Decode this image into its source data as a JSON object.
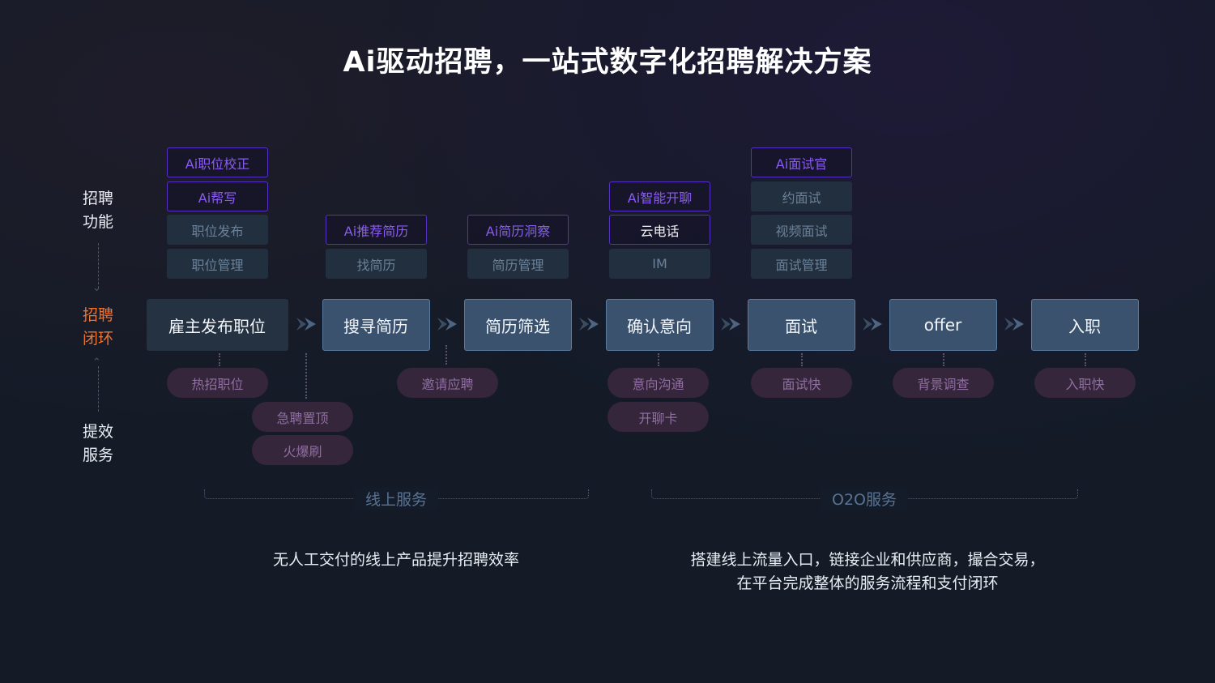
{
  "title": "Ai驱动招聘，一站式数字化招聘解决方案",
  "side_labels": {
    "functions": [
      "招聘",
      "功能"
    ],
    "loop": [
      "招聘",
      "闭环"
    ],
    "services": [
      "提效",
      "服务"
    ]
  },
  "steps": [
    "雇主发布职位",
    "搜寻简历",
    "简历筛选",
    "确认意向",
    "面试",
    "offer",
    "入职"
  ],
  "functions": [
    {
      "step": 0,
      "items": [
        {
          "label": "Ai职位校正",
          "type": "ai"
        },
        {
          "label": "Ai帮写",
          "type": "ai"
        },
        {
          "label": "职位发布",
          "type": "grey"
        },
        {
          "label": "职位管理",
          "type": "grey"
        }
      ]
    },
    {
      "step": 1,
      "items": [
        {
          "label": "Ai推荐简历",
          "type": "ai"
        },
        {
          "label": "找简历",
          "type": "grey"
        }
      ]
    },
    {
      "step": 2,
      "items": [
        {
          "label": "Ai简历洞察",
          "type": "ai"
        },
        {
          "label": "简历管理",
          "type": "grey"
        }
      ]
    },
    {
      "step": 3,
      "items": [
        {
          "label": "Ai智能开聊",
          "type": "ai"
        },
        {
          "label": "云电话",
          "type": "ai-white"
        },
        {
          "label": "IM",
          "type": "grey"
        }
      ]
    },
    {
      "step": 4,
      "items": [
        {
          "label": "Ai面试官",
          "type": "ai"
        },
        {
          "label": "约面试",
          "type": "grey"
        },
        {
          "label": "视频面试",
          "type": "grey"
        },
        {
          "label": "面试管理",
          "type": "grey"
        }
      ]
    }
  ],
  "services": [
    {
      "items": [
        "热招职位"
      ]
    },
    {
      "items": [
        "急聘置顶",
        "火爆刷"
      ]
    },
    {
      "items": [
        "邀请应聘"
      ]
    },
    {
      "items": [
        "意向沟通",
        "开聊卡"
      ]
    },
    {
      "items": [
        "面试快"
      ]
    },
    {
      "items": [
        "背景调查"
      ]
    },
    {
      "items": [
        "入职快"
      ]
    }
  ],
  "groups": [
    {
      "label": "线上服务",
      "description": [
        "无人工交付的线上产品提升招聘效率"
      ]
    },
    {
      "label": "O2O服务",
      "description": [
        "搭建线上流量入口，链接企业和供应商，撮合交易，",
        "在平台完成整体的服务流程和支付闭环"
      ]
    }
  ],
  "colors": {
    "accent_orange": "#f0722c",
    "ai_purple": "#8a5cf2",
    "pill_text": "#8f6ea0"
  }
}
